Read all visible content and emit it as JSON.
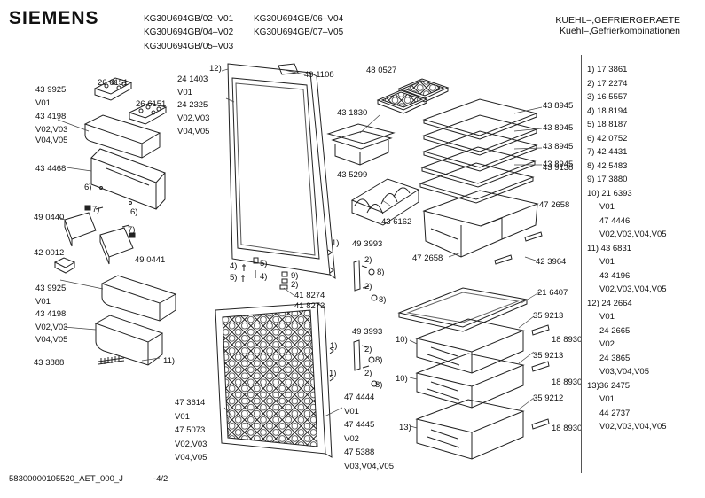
{
  "brand": "SIEMENS",
  "models": [
    "KG30U694GB/02–V01",
    "KG30U694GB/06–V04",
    "KG30U694GB/04–V02",
    "KG30U694GB/07–V05",
    "KG30U694GB/05–V03"
  ],
  "category": [
    "KUEHL–,GEFRIERGERAETE",
    "Kuehl–,Gefrierkombinationen"
  ],
  "left_labels": {
    "l1": "26 6151",
    "l2": "43 9925",
    "l3": "V01",
    "l4": "26 6151",
    "l5": "43 4198",
    "l6": "V02,V03",
    "l7": "V04,V05",
    "l8": "43 4468",
    "l9": "6)",
    "l10": "7)",
    "l11": "6)",
    "l12": "49 0440",
    "l13": "7)",
    "l14": "42 0012",
    "l15": "49 0441",
    "l16": "43 9925",
    "l17": "V01",
    "l18": "43 4198",
    "l19": "V02,V03",
    "l20": "V04,V05",
    "l21": "43 3888",
    "l22": "11)"
  },
  "center_labels": {
    "c1": "12)",
    "c2": "49 1108",
    "c3": "24 1403",
    "c4": "V01",
    "c5": "24 2325",
    "c6": "V02,V03",
    "c7": "V04,V05",
    "c8": "43 1830",
    "c9": "43 5299",
    "c10": "43 6162",
    "c11": "48 0527",
    "c12": "1)",
    "c13": "49 3993",
    "c14": "4)",
    "c15": "5)",
    "c16": "5)",
    "c17": "4)",
    "c18": "2)",
    "c19": "8)",
    "c20": "9)",
    "c21": "2)",
    "c22": "41 8274",
    "c23": "41 8273",
    "c24": "2)",
    "c25": "8)",
    "c26": "49 3993",
    "c27": "1)",
    "c28": "2)",
    "c29": "8)",
    "c30": "1)",
    "c31": "2)",
    "c32": "8)"
  },
  "right_labels": {
    "r1": "43 8945",
    "r2": "43 8945",
    "r3": "43 8945",
    "r4": "43 8945",
    "r5": "43 9138",
    "r6": "47 2658",
    "r7": "47 2658",
    "r8": "42 3964",
    "r9": "21 6407",
    "r10": "35 9213",
    "r11": "10)",
    "r12": "18 8930",
    "r13": "35 9213",
    "r14": "10)",
    "r15": "18 8930",
    "r16": "35 9212",
    "r17": "13)",
    "r18": "18 8930"
  },
  "lower_left_block": [
    "47 3614",
    "V01",
    "47 5073",
    "V02,V03",
    "V04,V05"
  ],
  "lower_center_block": [
    "47 4444",
    "V01",
    "47 4445",
    "V02",
    "47 5388",
    "V03,V04,V05"
  ],
  "parts_list": [
    "1) 17 3861",
    "2) 17 2274",
    "3) 16 5557",
    "4) 18 8194",
    "5) 18 8187",
    "6) 42 0752",
    "7) 42 4431",
    "8) 42 5483",
    "9) 17 3880",
    "10) 21 6393",
    "V01",
    "47 4446",
    "V02,V03,V04,V05",
    "11) 43 6831",
    "V01",
    "43 4196",
    "V02,V03,V04,V05",
    "12) 24 2664",
    "V01",
    "24 2665",
    "V02",
    "24 3865",
    "V03,V04,V05",
    "13)36 2475",
    "V01",
    "44 2737",
    "V02,V03,V04,V05"
  ],
  "footer": {
    "code": "58300000105520_AET_000_J",
    "page": "-4/2"
  }
}
